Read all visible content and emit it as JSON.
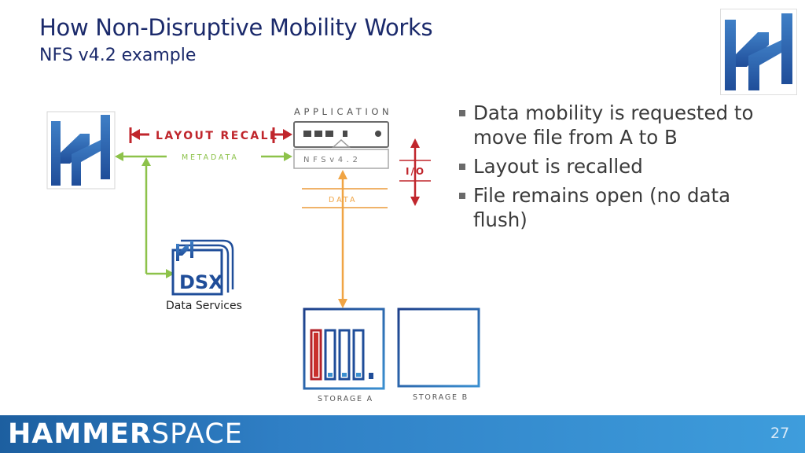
{
  "title": "How Non-Disruptive Mobility Works",
  "subtitle": "NFS v4.2 example",
  "diagram": {
    "application_label": "APPLICATION",
    "nfs_label": "NFSv4.2",
    "layout_recall_label": "LAYOUT RECALL",
    "metadata_label": "METADATA",
    "data_label": "DATA",
    "io_label": "I/O",
    "dsx_text": "DSX",
    "data_services_label": "Data Services",
    "storage_a_label": "STORAGE A",
    "storage_b_label": "STORAGE B"
  },
  "bullets": [
    "Data mobility is requested to move file from A to B",
    "Layout is recalled",
    "File remains open (no data flush)"
  ],
  "footer": {
    "brand_bold": "HAMMER",
    "brand_light": "SPACE",
    "page_number": "27"
  },
  "colors": {
    "title": "#1b2a6b",
    "recall_red": "#c0262c",
    "metadata_green": "#8dc24a",
    "data_orange": "#f0a444",
    "logo_blue": "#2b5ea8"
  }
}
